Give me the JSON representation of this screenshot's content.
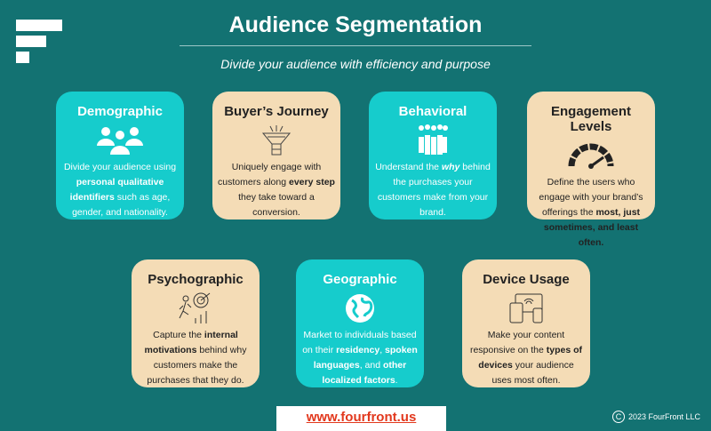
{
  "header": {
    "title": "Audience Segmentation",
    "subtitle": "Divide your audience with efficiency and purpose"
  },
  "colors": {
    "background": "#137272",
    "teal_card": "#16cccc",
    "beige_card": "#f4dcb6",
    "link": "#e2381d"
  },
  "cards": [
    {
      "title": "Demographic",
      "icon": "people-icon",
      "style": "teal",
      "desc": [
        {
          "t": "Divide your audience using "
        },
        {
          "t": "personal qualitative identifiers",
          "b": true
        },
        {
          "t": " such as age, gender, and nationality."
        }
      ]
    },
    {
      "title": "Buyer’s Journey",
      "icon": "funnel-icon",
      "style": "beige",
      "desc": [
        {
          "t": "Uniquely engage with customers along "
        },
        {
          "t": "every step",
          "b": true
        },
        {
          "t": " they take toward a conversion."
        }
      ]
    },
    {
      "title": "Behavioral",
      "icon": "crowd-icon",
      "style": "teal",
      "desc": [
        {
          "t": "Understand the "
        },
        {
          "t": "why",
          "b": true,
          "i": true
        },
        {
          "t": " behind the purchases your customers make from your brand."
        }
      ]
    },
    {
      "title": "Engagement Levels",
      "icon": "gauge-icon",
      "style": "beige",
      "desc": [
        {
          "t": "Define the users who engage with your brand’s offerings the "
        },
        {
          "t": "most, just sometimes, and least often.",
          "b": true
        }
      ]
    },
    {
      "title": "Psychographic",
      "icon": "target-runner-icon",
      "style": "beige",
      "desc": [
        {
          "t": "Capture the "
        },
        {
          "t": "internal motivations",
          "b": true
        },
        {
          "t": " behind why customers make the purchases that they do."
        }
      ]
    },
    {
      "title": "Geographic",
      "icon": "globe-icon",
      "style": "teal",
      "desc": [
        {
          "t": "Market to individuals based on their "
        },
        {
          "t": "residency",
          "b": true
        },
        {
          "t": ", "
        },
        {
          "t": "spoken languages",
          "b": true
        },
        {
          "t": ", and "
        },
        {
          "t": "other localized factors",
          "b": true
        },
        {
          "t": "."
        }
      ]
    },
    {
      "title": "Device Usage",
      "icon": "devices-icon",
      "style": "beige",
      "desc": [
        {
          "t": "Make your content responsive on the "
        },
        {
          "t": "types of devices",
          "b": true
        },
        {
          "t": " your audience uses most often."
        }
      ]
    }
  ],
  "footer": {
    "url": "www.fourfront.us",
    "copyright": "2023 FourFront LLC",
    "copyright_symbol": "C"
  }
}
